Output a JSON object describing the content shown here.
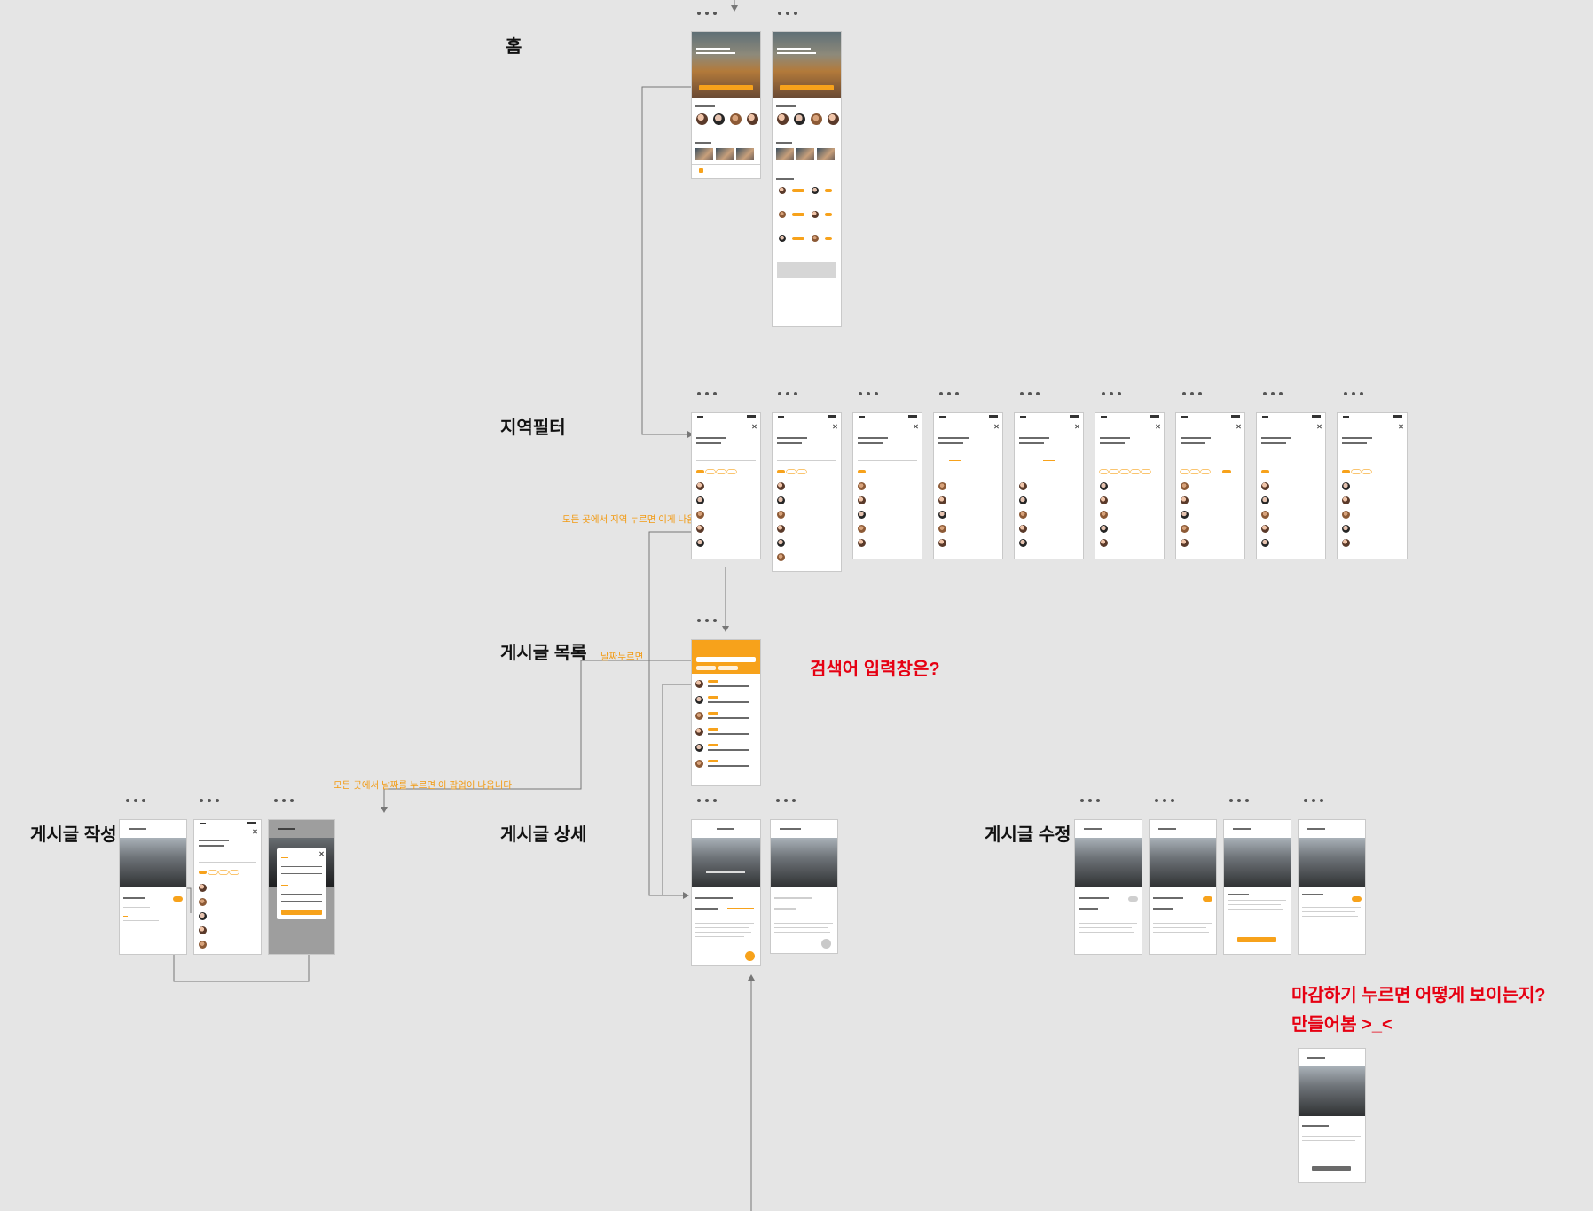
{
  "sections": {
    "home": "홈",
    "region_filter": "지역필터",
    "post_list": "게시글 목록",
    "post_detail": "게시글 상세",
    "post_write": "게시글 작성",
    "post_edit": "게시글 수정"
  },
  "annotations": {
    "region_note": "모든 곳에서 지역 누르면 이게 나옴",
    "date_note": "날짜누르면",
    "date_popup_note": "모든 곳에서 날짜를 누르면 이 팝업이 나옵니다",
    "search_question": "검색어 입력창은?",
    "close_question_line1": "마감하기 누르면 어떻게 보이는지?",
    "close_question_line2": "만들어봄 >_<"
  },
  "colors": {
    "canvas": "#e5e5e5",
    "accent": "#f7a21b",
    "annotation_orange": "#f29a12",
    "annotation_red": "#e60012"
  },
  "icons": [
    "more-dots-icon",
    "close-icon",
    "back-arrow-icon",
    "toggle-icon",
    "floating-action-icon"
  ]
}
